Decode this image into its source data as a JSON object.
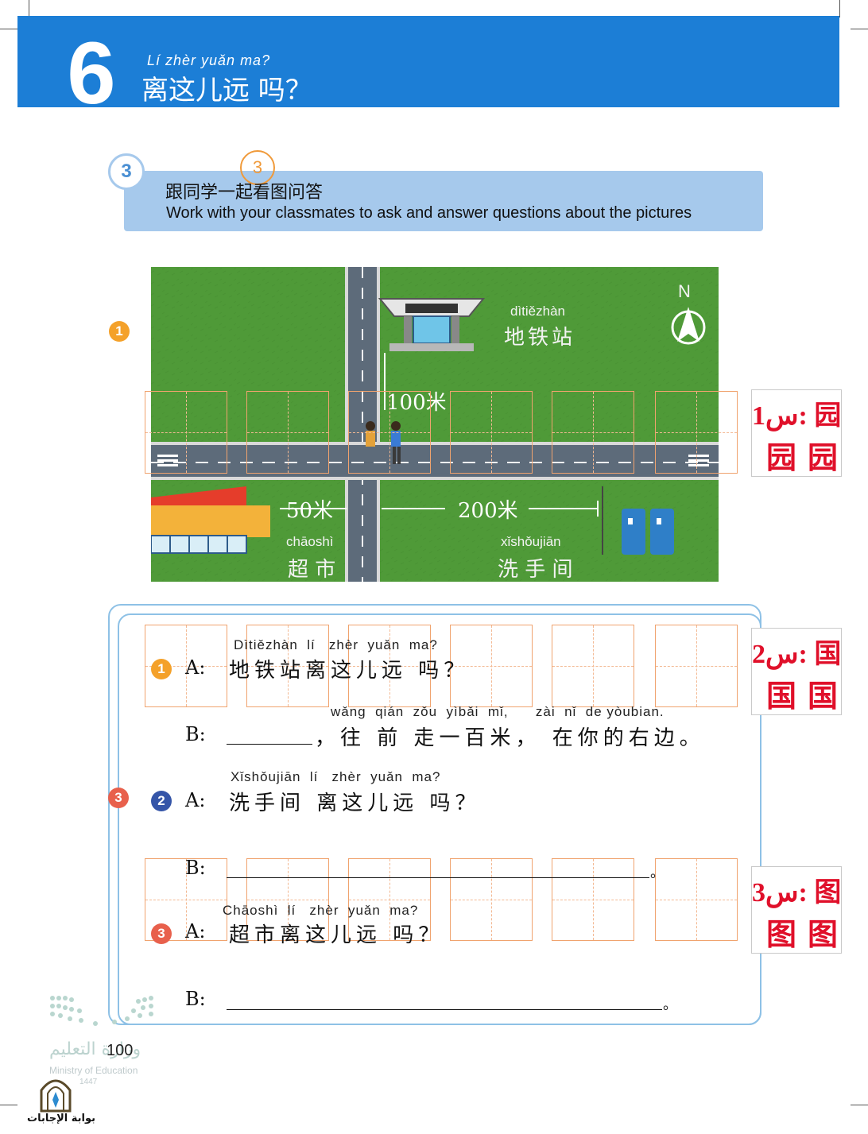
{
  "header": {
    "lesson_number": "6",
    "title_pinyin": "Lí   zhèr  yuǎn  ma?",
    "title_hanzi": "离这儿远 吗？"
  },
  "activity": {
    "number": "3",
    "mark": "3",
    "instruction_cn": "跟同学一起看图问答",
    "instruction_en": "Work with your classmates to ask and answer questions about the pictures"
  },
  "map": {
    "side_marker": "1",
    "north_label": "N",
    "subway": {
      "pinyin": "dìtiězhàn",
      "hanzi": "地铁站"
    },
    "supermarket": {
      "pinyin": "chāoshì",
      "hanzi": "超 市"
    },
    "restroom": {
      "pinyin": "xǐshǒujiān",
      "hanzi": "洗 手 间"
    },
    "dist_100": "100米",
    "dist_50": "50米",
    "dist_200": "200米"
  },
  "dialogue": {
    "q1": {
      "num": "1",
      "a_pinyin": "Dìtiězhàn  lí   zhèr  yuǎn  ma?",
      "a_speaker": "A:",
      "a_text": "地铁站离这儿远 吗？",
      "b_pinyin": "wǎng  qián  zǒu  yìbǎi  mǐ,      zài  nǐ  de yòubian.",
      "b_speaker": "B:",
      "b_text": "，往 前 走一百米， 在你的右边。"
    },
    "q2": {
      "num": "2",
      "side_num": "3",
      "a_pinyin": "Xǐshǒujiān  lí   zhèr  yuǎn  ma?",
      "a_speaker": "A:",
      "a_text": "洗手间 离这儿远 吗？",
      "b_speaker": "B:",
      "b_end": "。"
    },
    "q3": {
      "num": "3",
      "a_pinyin": "Chāoshì  lí   zhèr  yuǎn  ma?",
      "a_speaker": "A:",
      "a_text": "超市离这儿远 吗？",
      "b_speaker": "B:",
      "b_end": "。"
    }
  },
  "practice": [
    {
      "label": "س1: 园",
      "glyph": "园"
    },
    {
      "label": "س2: 国",
      "glyph": "国"
    },
    {
      "label": "س3: 图",
      "glyph": "图"
    }
  ],
  "footer": {
    "page_number": "100",
    "ministry_ar": "وزارة التعليم",
    "ministry_en": "Ministry of Education",
    "year": "1447",
    "site_name": "بوابة الإجابات"
  },
  "colors": {
    "header_blue": "#1c7ed6",
    "banner_blue": "#a6c9ec",
    "grass_green": "#4f9a38",
    "practice_red": "#e0102a",
    "grid_orange": "#f0a36e"
  }
}
